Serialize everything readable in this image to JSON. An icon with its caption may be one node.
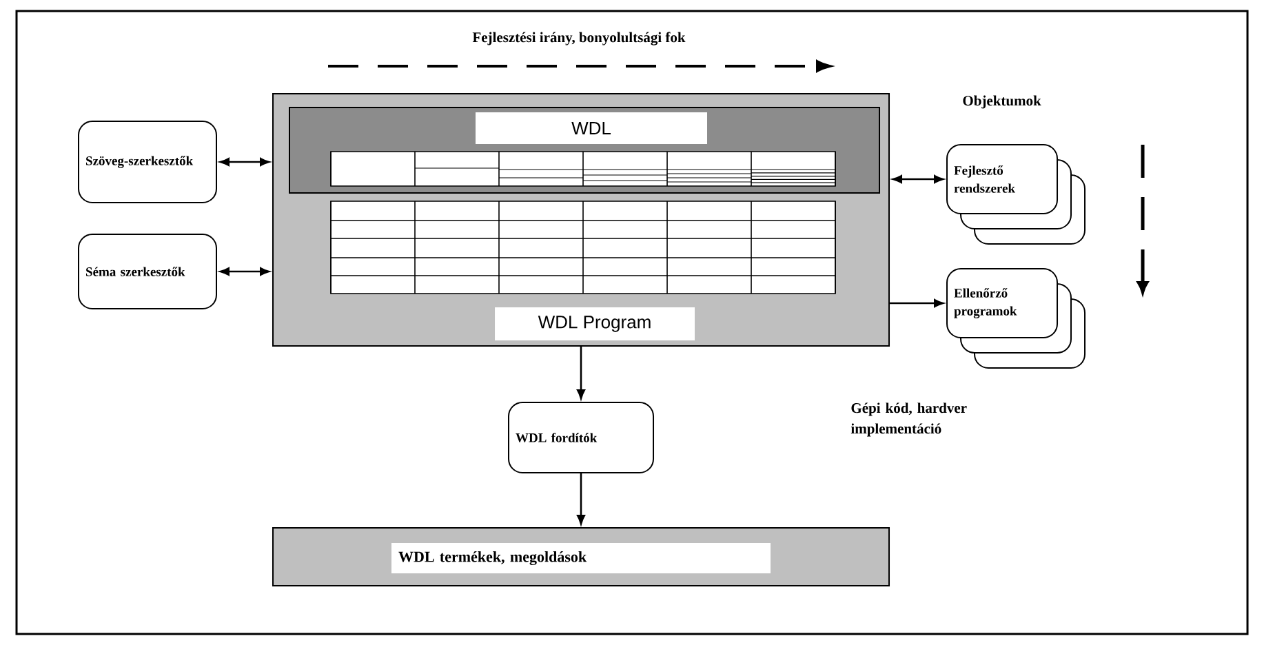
{
  "diagram": {
    "nodes": [
      {
        "text": [
          "WDL Program"
        ]
      },
      {
        "text": [
          "WDL"
        ],
        "in": 0
      },
      {
        "text": [
          "Szöveg-szerkesztők"
        ]
      },
      {
        "text": [
          "Séma szerkesztők"
        ]
      },
      {
        "text": [
          "Fejlesztő rendszerek"
        ]
      },
      {
        "text": [
          "Ellenőrző programok"
        ]
      },
      {
        "text": [
          "WDL fordítók"
        ]
      },
      {
        "text": [
          "WDL termékek, megoldások"
        ]
      }
    ],
    "edges": [
      {
        "from": 2,
        "to": 0,
        "arrow": "both"
      },
      {
        "from": 3,
        "to": 0,
        "arrow": "both"
      },
      {
        "from": 0,
        "to": 4,
        "arrow": "both"
      },
      {
        "from": 0,
        "to": 5,
        "arrow": "to"
      },
      {
        "from": 0,
        "to": 6,
        "arrow": "to"
      },
      {
        "from": 6,
        "to": 7,
        "arrow": "to"
      }
    ],
    "labels": [
      "Fejlesztési irány, bonyolultsági fok",
      "Objektumok",
      "Gépi kód, hardver implementáció"
    ]
  }
}
